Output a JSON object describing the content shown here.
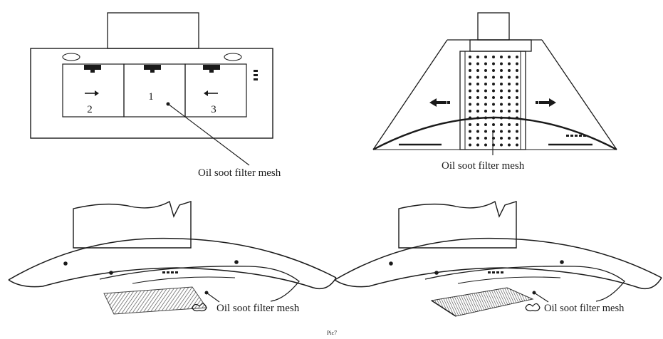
{
  "figures": [
    {
      "label": "Oil soot filter mesh",
      "numbers": [
        "2",
        "1",
        "3"
      ]
    },
    {
      "label": "Oil soot filter mesh"
    },
    {
      "label": "Oil soot filter mesh"
    },
    {
      "label": "Oil soot filter mesh"
    }
  ],
  "caption": "Pic7",
  "colors": {
    "line": "#1a1a1a",
    "mesh": "#555555",
    "background": "#ffffff"
  }
}
